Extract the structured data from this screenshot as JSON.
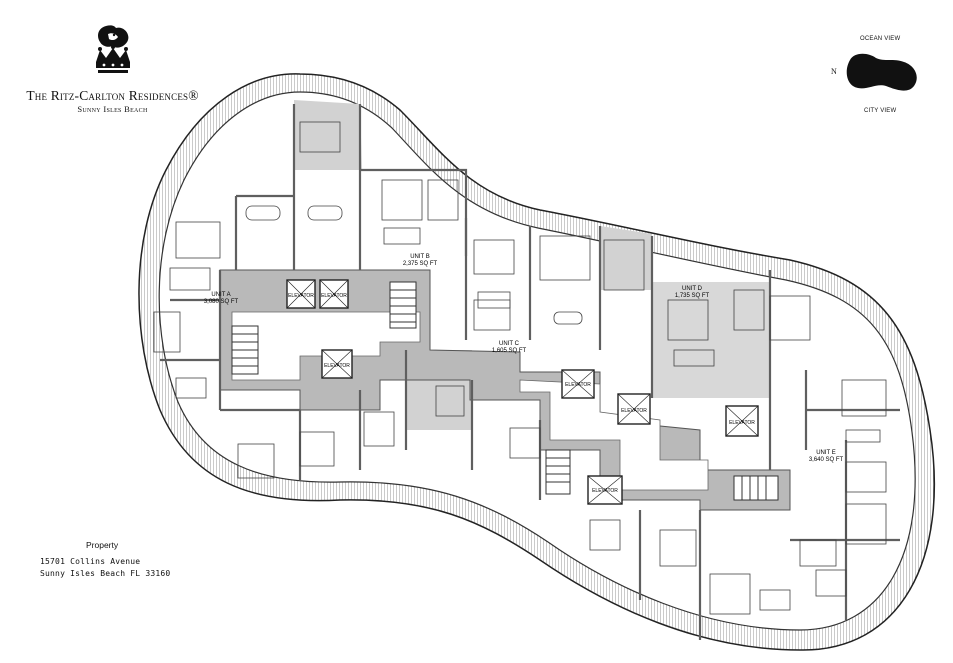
{
  "brand": {
    "name": "The Ritz-Carlton Residences®",
    "location": "Sunny Isles Beach"
  },
  "orientation": {
    "top_label": "OCEAN VIEW",
    "bottom_label": "CITY VIEW",
    "north_label": "N"
  },
  "units": [
    {
      "name": "UNIT A",
      "area": "3,080 SQ FT"
    },
    {
      "name": "UNIT B",
      "area": "2,375 SQ FT"
    },
    {
      "name": "UNIT C",
      "area": "1,605 SQ FT"
    },
    {
      "name": "UNIT D",
      "area": "1,735 SQ FT"
    },
    {
      "name": "UNIT E",
      "area": "3,640 SQ FT"
    }
  ],
  "elevator_label": "ELEVATOR",
  "elevators": [
    "ELEVATOR",
    "ELEVATOR",
    "ELEVATOR",
    "ELEVATOR",
    "ELEVATOR",
    "ELEVATOR",
    "ELEVATOR"
  ],
  "property": {
    "heading": "Property",
    "address_line1": "15701 Collins Avenue",
    "address_line2": "Sunny Isles Beach FL 33160"
  },
  "colors": {
    "wall": "#5f5f5f",
    "core_fill": "#b9b9b9",
    "unit_shade": "#d2d2d2",
    "balcony_hatch": "#8a8a8a",
    "compass_fill": "#111111"
  }
}
